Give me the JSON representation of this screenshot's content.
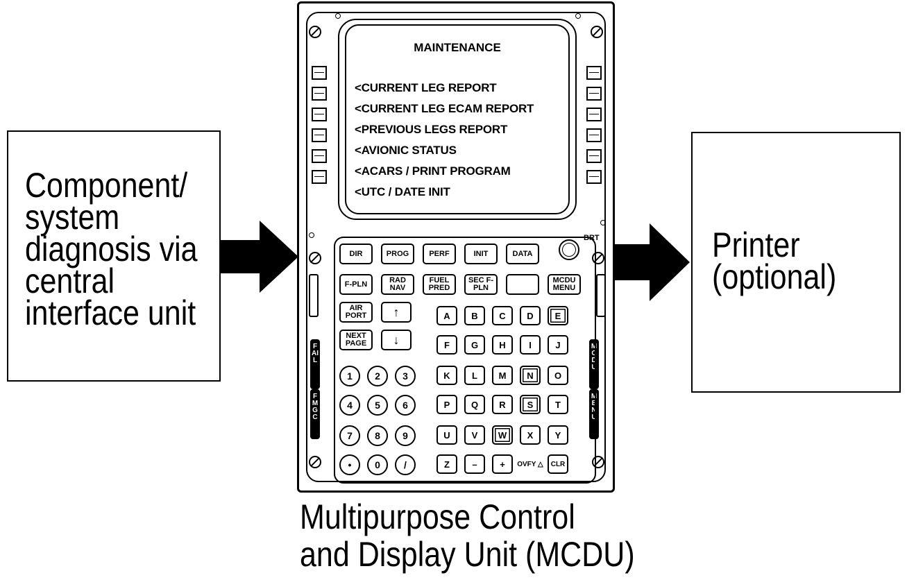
{
  "left_box": {
    "text_lines": [
      "Component/",
      "system",
      "diagnosis via",
      "central",
      "interface unit"
    ]
  },
  "right_box": {
    "text_lines": [
      "Printer",
      "(optional)"
    ]
  },
  "caption": {
    "lines": [
      "Multipurpose Control",
      "and Display Unit (MCDU)"
    ]
  },
  "mcdu": {
    "screen_title": "MAINTENANCE",
    "menu_items": [
      "<CURRENT LEG REPORT",
      "<CURRENT LEG ECAM REPORT",
      "<PREVIOUS LEGS REPORT",
      "<AVIONIC STATUS",
      "<ACARS / PRINT PROGRAM",
      "<UTC / DATE INIT"
    ],
    "brt_label": "BRT",
    "function_keys": {
      "dir": "DIR",
      "prog": "PROG",
      "perf": "PERF",
      "init": "INIT",
      "data": "DATA",
      "fpln": "F-PLN",
      "radnav": "RAD NAV",
      "fuelpred": "FUEL PRED",
      "secfpln": "SEC F-PLN",
      "mcdumenu": "MCDU MENU",
      "airport": "AIR PORT",
      "nextpage": "NEXT PAGE",
      "up": "↑",
      "down": "↓",
      "blank": ""
    },
    "letters": [
      "A",
      "B",
      "C",
      "D",
      "E",
      "F",
      "G",
      "H",
      "I",
      "J",
      "K",
      "L",
      "M",
      "N",
      "O",
      "P",
      "Q",
      "R",
      "S",
      "T",
      "U",
      "V",
      "W",
      "X",
      "Y",
      "Z",
      "–",
      "+",
      "OVFY △",
      "CLR"
    ],
    "numbers": [
      "1",
      "2",
      "3",
      "4",
      "5",
      "6",
      "7",
      "8",
      "9",
      "•",
      "0",
      "/"
    ],
    "annunciators": {
      "fail": "FAIL",
      "fmgc": "FMGC",
      "mcdu": "MCDU",
      "menu": "MENU"
    }
  }
}
